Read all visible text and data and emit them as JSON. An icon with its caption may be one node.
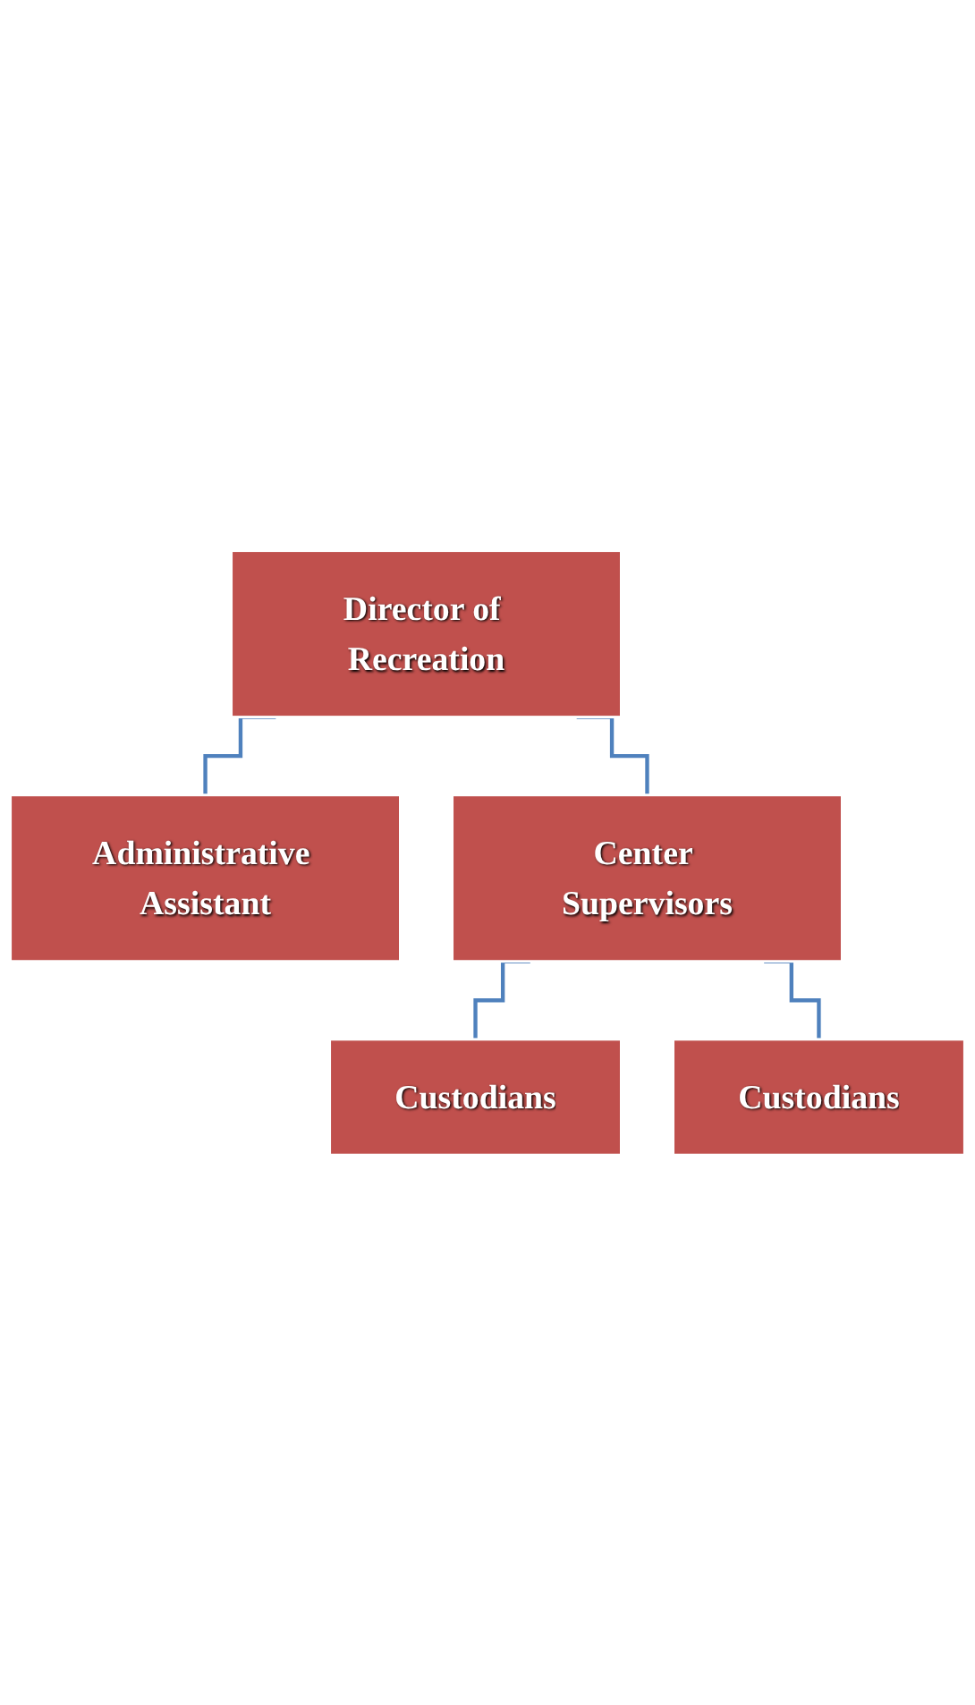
{
  "diagram": {
    "nodes": [
      {
        "text": [
          "Director of Recreation"
        ]
      },
      {
        "text": [
          "Administrative Assistant"
        ]
      },
      {
        "text": [
          "Center Supervisors"
        ]
      },
      {
        "text": [
          "Custodians"
        ]
      },
      {
        "text": [
          "Custodians"
        ]
      }
    ],
    "edges": [
      {
        "from": 0,
        "to": 1,
        "arrow": "none"
      },
      {
        "from": 0,
        "to": 2,
        "arrow": "none"
      },
      {
        "from": 2,
        "to": 3,
        "arrow": "none"
      },
      {
        "from": 2,
        "to": 4,
        "arrow": "none"
      }
    ]
  }
}
